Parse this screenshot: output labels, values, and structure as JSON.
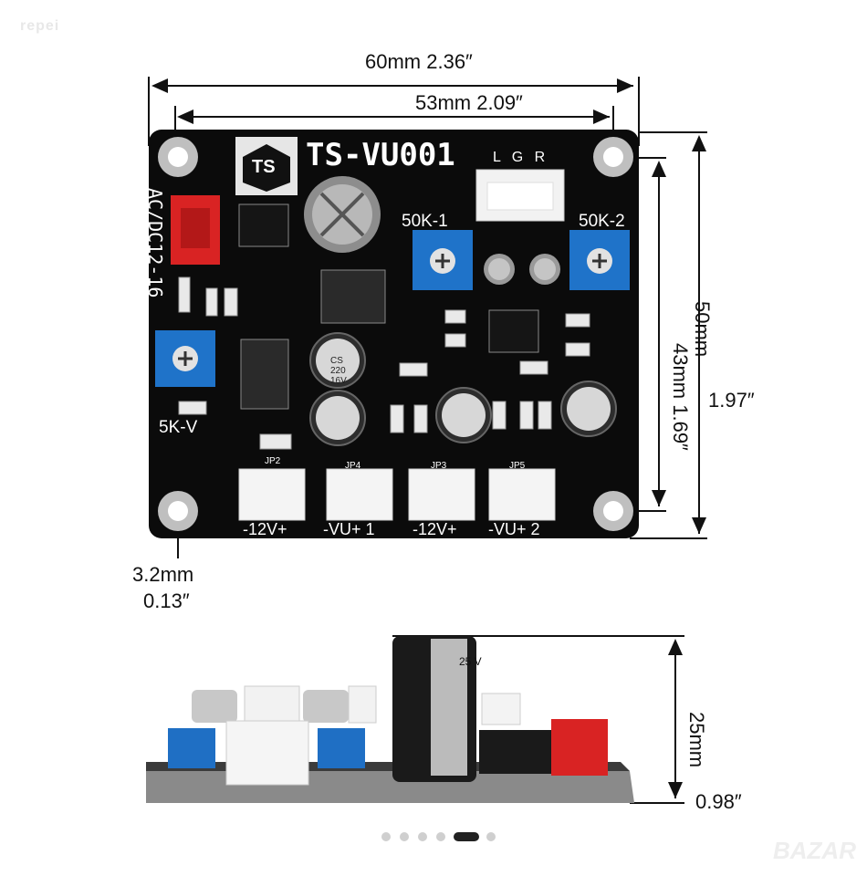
{
  "watermark": "repei",
  "brand": "BAZAR",
  "dimensions": {
    "width_outer": "60mm  2.36″",
    "width_holes": "53mm  2.09″",
    "height_outer_mm": "50mm",
    "height_outer_in": "1.97″",
    "height_holes": "43mm  1.69″",
    "hole_mm": "3.2mm",
    "hole_in": "0.13″",
    "thickness_mm": "25mm",
    "thickness_in": "0.98″"
  },
  "board": {
    "title": "TS-VU001",
    "logo": "TS",
    "power_label": "AC/DC12-16",
    "pot_left_label": "50K-1",
    "pot_right_label": "50K-2",
    "pot_small_label": "5K-V",
    "input_pins": "L G R",
    "connectors": [
      "-12V+",
      "-VU+ 1",
      "-12V+",
      "-VU+ 2"
    ],
    "connector_ids": [
      "JP2",
      "JP4",
      "JP3",
      "JP5"
    ],
    "cap_text_a": "CS 220 16V",
    "cap_text_b": "25 V"
  },
  "carousel": {
    "count": 6,
    "active_index": 4
  }
}
